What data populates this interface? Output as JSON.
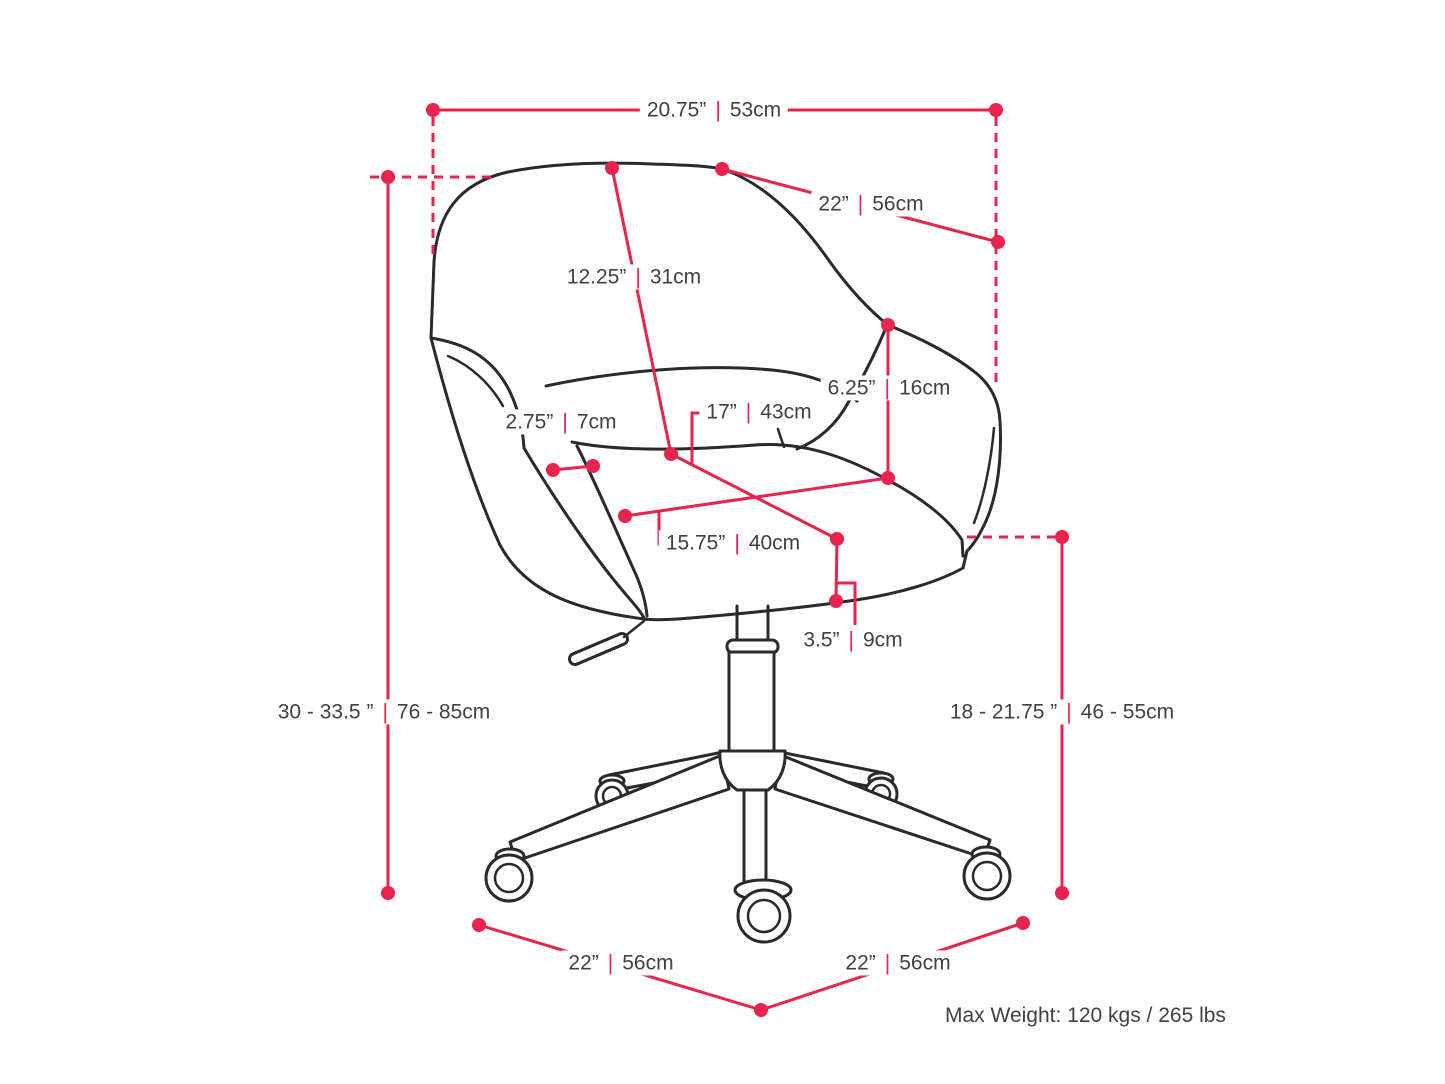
{
  "sep": "|",
  "colors": {
    "accent": "#e8234d",
    "line": "#2a2a2c",
    "text": "#414144",
    "background": "#ffffff"
  },
  "dims": {
    "top_width": {
      "in": "20.75”",
      "cm": "53cm"
    },
    "back_width": {
      "in": "22”",
      "cm": "56cm"
    },
    "back_height": {
      "in": "12.25”",
      "cm": "31cm"
    },
    "arm_height": {
      "in": "6.25”",
      "cm": "16cm"
    },
    "arm_thickness": {
      "in": "2.75”",
      "cm": "7cm"
    },
    "seat_depth": {
      "in": "17”",
      "cm": "43cm"
    },
    "seat_width": {
      "in": "15.75”",
      "cm": "40cm"
    },
    "seat_thickness": {
      "in": "3.5”",
      "cm": "9cm"
    },
    "overall_height": {
      "in": "30 - 33.5 ”",
      "cm": "76 - 85cm"
    },
    "seat_height_range": {
      "in": "18 - 21.75 ”",
      "cm": "46 - 55cm"
    },
    "base_width_left": {
      "in": "22”",
      "cm": "56cm"
    },
    "base_width_right": {
      "in": "22”",
      "cm": "56cm"
    }
  },
  "footnote": "Max Weight: 120 kgs / 265 lbs"
}
